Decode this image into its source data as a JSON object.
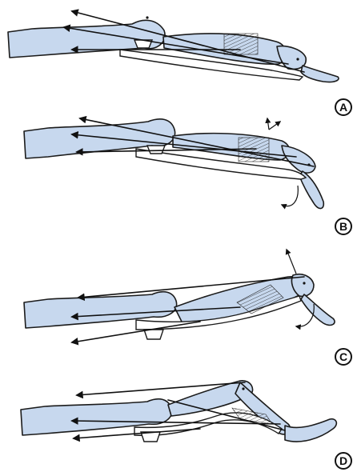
{
  "panels": [
    {
      "id": "A",
      "label": "A"
    },
    {
      "id": "B",
      "label": "B"
    },
    {
      "id": "C",
      "label": "C"
    },
    {
      "id": "D",
      "label": "D"
    }
  ],
  "colors": {
    "bone": "#c7d8ee",
    "line": "#111111",
    "background": "#ffffff"
  }
}
